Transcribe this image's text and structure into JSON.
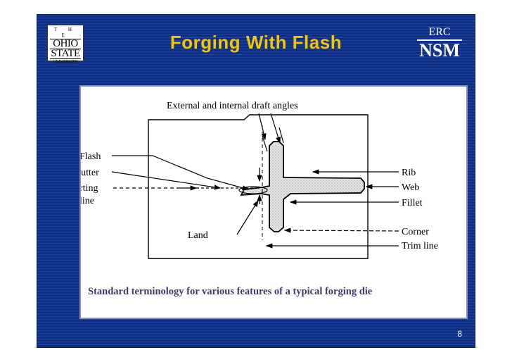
{
  "slide": {
    "title": "Forging With Flash",
    "page_number": "8"
  },
  "logos": {
    "osu": {
      "line1": "T H E",
      "line2": "OHIO",
      "line3": "STATE",
      "line4": "UNIVERSITY"
    },
    "erc": {
      "top": "ERC",
      "bottom": "NSM"
    }
  },
  "figure": {
    "top_label": "External and internal draft angles",
    "labels": {
      "flash": "Flash",
      "gutter": "Gutter",
      "parting_line_1": "Parting",
      "parting_line_2": "line",
      "land": "Land",
      "rib": "Rib",
      "web": "Web",
      "fillet": "Fillet",
      "corner": "Corner",
      "trim_line": "Trim line"
    },
    "caption": "Standard terminology for various features of a typical forging die"
  }
}
